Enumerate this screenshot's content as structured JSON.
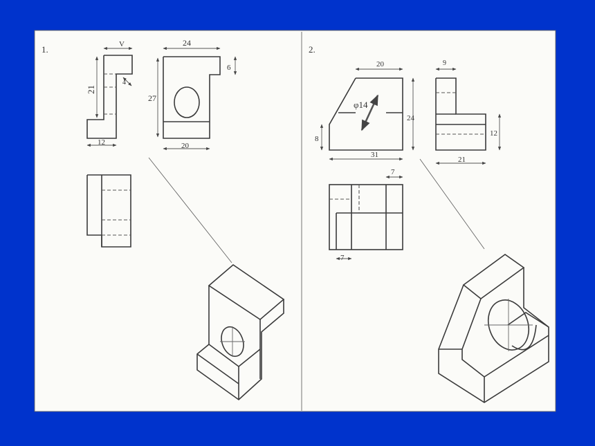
{
  "slide": {
    "background_color": "#0033cc",
    "paper_color": "#fbfbf8"
  },
  "problem1": {
    "number": "1.",
    "dimensions": {
      "side_top_width": "V",
      "side_height": "21",
      "side_step": "4",
      "side_bottom": "12",
      "front_width_top": "24",
      "front_notch": "6",
      "front_height": "27",
      "front_width_bottom": "20"
    }
  },
  "problem2": {
    "number": "2.",
    "dimensions": {
      "front_top": "20",
      "hole_diameter": "φ14",
      "front_height": "24",
      "front_chamfer": "8",
      "front_bottom": "31",
      "side_top": "9",
      "side_height": "12",
      "side_bottom": "21",
      "plan_right": "7",
      "plan_left": "7"
    }
  }
}
